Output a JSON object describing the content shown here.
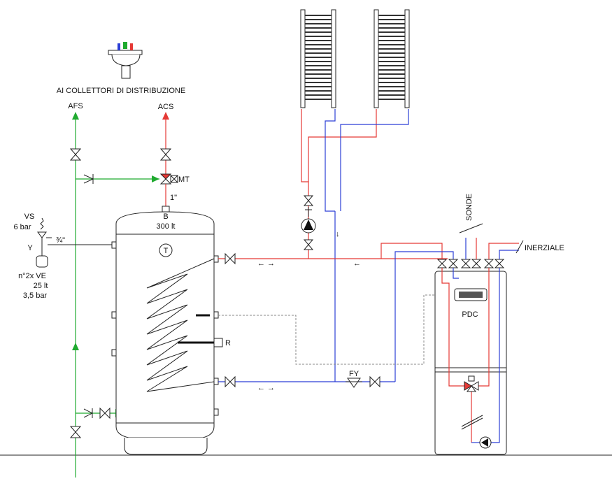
{
  "labels": {
    "collectors": "AI COLLETTORI DI DISTRIBUZIONE",
    "afs": "AFS",
    "acs": "ACS",
    "mt": "MT",
    "inch1": "1\"",
    "tank_b": "B",
    "tank_vol": "300 lt",
    "t": "T",
    "vs": "VS",
    "vs_bar": "6 bar",
    "y": "Y",
    "three_quarter": "¾\"",
    "ve_count": "n°2x VE",
    "ve_vol": "25 lt",
    "ve_bar": "3,5 bar",
    "r": "R",
    "fy": "FY",
    "pdc": "PDC",
    "sonde": "SONDE",
    "inerziale": "INERZIALE",
    "arrows_lr_top": "← →",
    "arrows_lr_bottom": "← →",
    "arrow_left": "←",
    "arrow_down": "↓"
  },
  "colors": {
    "hot": "#e53935",
    "cold": "#2c3fd6",
    "water": "#1faa2f"
  }
}
